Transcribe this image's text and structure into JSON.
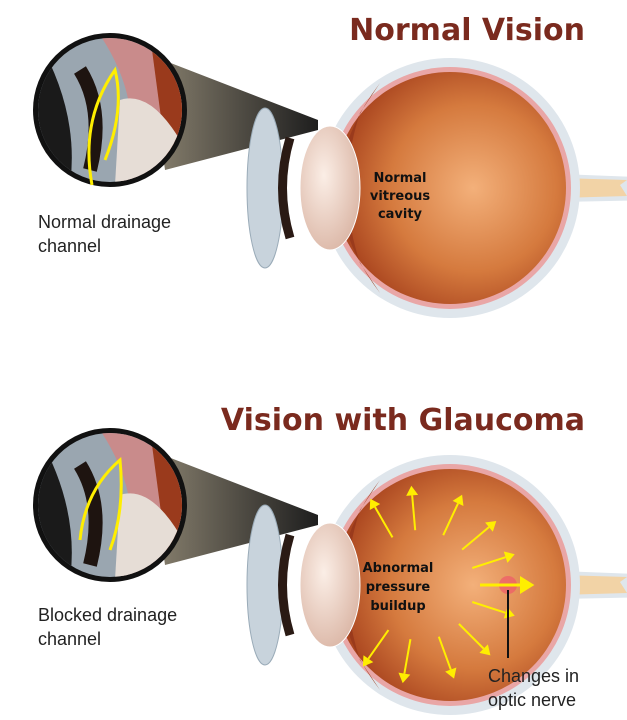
{
  "normal": {
    "title": "Normal Vision",
    "drainage_label": [
      "Normal drainage",
      "channel"
    ],
    "cavity_label": [
      "Normal",
      "vitreous",
      "cavity"
    ]
  },
  "glaucoma": {
    "title": "Vision with Glaucoma",
    "drainage_label": [
      "Blocked drainage",
      "channel"
    ],
    "cavity_label": [
      "Abnormal",
      "pressure",
      "buildup"
    ],
    "nerve_label": [
      "Changes in",
      "optic nerve"
    ]
  },
  "colors": {
    "title": "#7a2a1e",
    "arrow": "#ffee00",
    "eye_inner": "#c9652f",
    "sclera": "#dfe6ec"
  }
}
